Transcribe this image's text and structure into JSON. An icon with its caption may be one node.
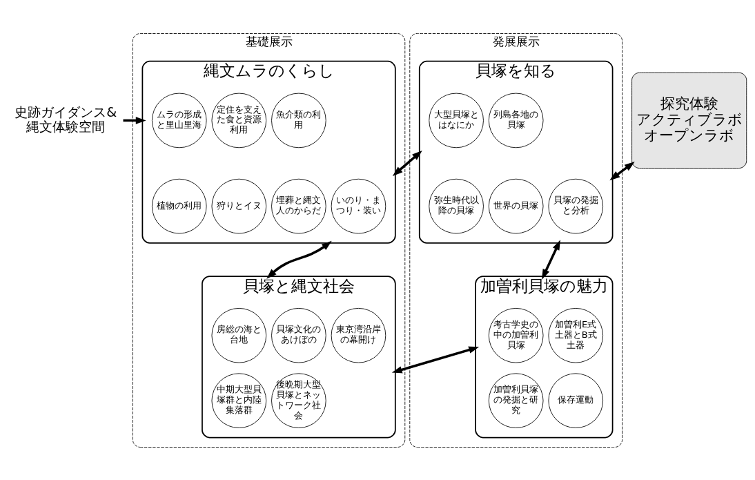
{
  "diagram": {
    "nodes": [
      {
        "text": [
          "史跡ガイダンス&縄文体験空間"
        ]
      },
      {
        "text": [
          "基礎展示"
        ]
      },
      {
        "text": [
          "縄文ムラのくらし"
        ],
        "in": 1
      },
      {
        "text": [
          "ムラの形成と里山里海"
        ],
        "in": 2
      },
      {
        "text": [
          "定住を支えた食と資源利用"
        ],
        "in": 2
      },
      {
        "text": [
          "魚介類の利用"
        ],
        "in": 2
      },
      {
        "text": [
          "植物の利用"
        ],
        "in": 2
      },
      {
        "text": [
          "狩りとイヌ"
        ],
        "in": 2
      },
      {
        "text": [
          "埋葬と縄文人のからだ"
        ],
        "in": 2
      },
      {
        "text": [
          "いのり・まつり・装い"
        ],
        "in": 2
      },
      {
        "text": [
          "貝塚と縄文社会"
        ],
        "in": 1
      },
      {
        "text": [
          "房総の海と台地"
        ],
        "in": 10
      },
      {
        "text": [
          "貝塚文化のあけぼの"
        ],
        "in": 10
      },
      {
        "text": [
          "東京湾沿岸の幕開け"
        ],
        "in": 10
      },
      {
        "text": [
          "中期大型貝塚群と内陸集落群"
        ],
        "in": 10
      },
      {
        "text": [
          "後晩期大型貝塚とネットワーク社会"
        ],
        "in": 10
      },
      {
        "text": [
          "発展展示"
        ]
      },
      {
        "text": [
          "貝塚を知る"
        ],
        "in": 16
      },
      {
        "text": [
          "大型貝塚とはなにか"
        ],
        "in": 17
      },
      {
        "text": [
          "列島各地の貝塚"
        ],
        "in": 17
      },
      {
        "text": [
          "弥生時代以降の貝塚"
        ],
        "in": 17
      },
      {
        "text": [
          "世界の貝塚"
        ],
        "in": 17
      },
      {
        "text": [
          "貝塚の発掘と分析"
        ],
        "in": 17
      },
      {
        "text": [
          "加曽利貝塚の魅力"
        ],
        "in": 16
      },
      {
        "text": [
          "考古学史の中の加曽利貝塚"
        ],
        "in": 23
      },
      {
        "text": [
          "加曽利E式土器とB式土器"
        ],
        "in": 23
      },
      {
        "text": [
          "加曽利貝塚の発掘と研究"
        ],
        "in": 23
      },
      {
        "text": [
          "保存運動"
        ],
        "in": 23
      },
      {
        "text": [
          "探究体験",
          "アクティブラボ",
          "オープンラボ"
        ]
      }
    ],
    "edges": [
      {
        "from": 0,
        "to": 2,
        "arrow": "to"
      },
      {
        "from": 2,
        "to": 17,
        "arrow": "both"
      },
      {
        "from": 2,
        "to": 10,
        "arrow": "both"
      },
      {
        "from": 17,
        "to": 23,
        "arrow": "both"
      },
      {
        "from": 10,
        "to": 23,
        "arrow": "both"
      },
      {
        "from": 17,
        "to": 28,
        "arrow": "both"
      }
    ]
  }
}
